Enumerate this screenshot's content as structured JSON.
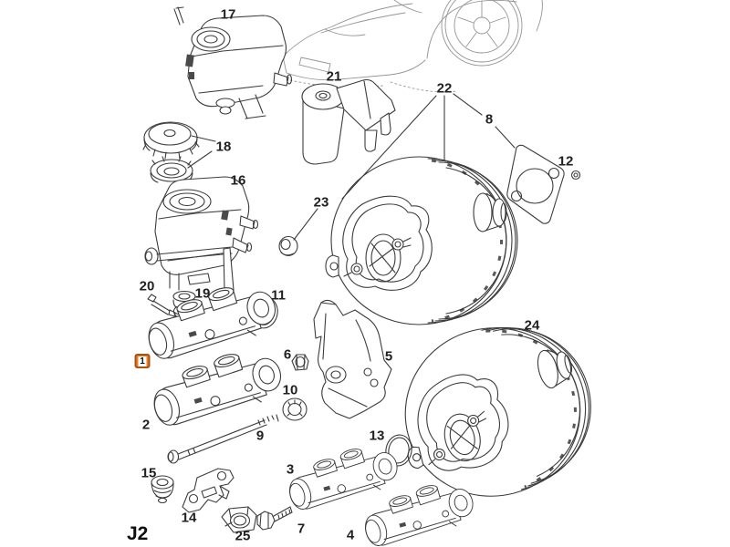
{
  "page": {
    "code_label": "J2",
    "background": "#ffffff",
    "diagram_subject": "brake master cylinder and brake booster exploded parts diagram"
  },
  "highlight": {
    "selected_callout": "1",
    "fill": "#e87f2b",
    "border": "#a8540e",
    "inner": "#ffffff"
  },
  "callouts": [
    {
      "label": "17",
      "highlighted": false
    },
    {
      "label": "18",
      "highlighted": false
    },
    {
      "label": "16",
      "highlighted": false
    },
    {
      "label": "21",
      "highlighted": false
    },
    {
      "label": "22",
      "highlighted": false
    },
    {
      "label": "8",
      "highlighted": false
    },
    {
      "label": "12",
      "highlighted": false
    },
    {
      "label": "23",
      "highlighted": false
    },
    {
      "label": "20",
      "highlighted": false
    },
    {
      "label": "19",
      "highlighted": false
    },
    {
      "label": "11",
      "highlighted": false
    },
    {
      "label": "1",
      "highlighted": true
    },
    {
      "label": "6",
      "highlighted": false
    },
    {
      "label": "5",
      "highlighted": false
    },
    {
      "label": "10",
      "highlighted": false
    },
    {
      "label": "2",
      "highlighted": false
    },
    {
      "label": "9",
      "highlighted": false
    },
    {
      "label": "13",
      "highlighted": false
    },
    {
      "label": "3",
      "highlighted": false
    },
    {
      "label": "15",
      "highlighted": false
    },
    {
      "label": "14",
      "highlighted": false
    },
    {
      "label": "25",
      "highlighted": false
    },
    {
      "label": "7",
      "highlighted": false
    },
    {
      "label": "4",
      "highlighted": false
    },
    {
      "label": "24",
      "highlighted": false
    }
  ]
}
